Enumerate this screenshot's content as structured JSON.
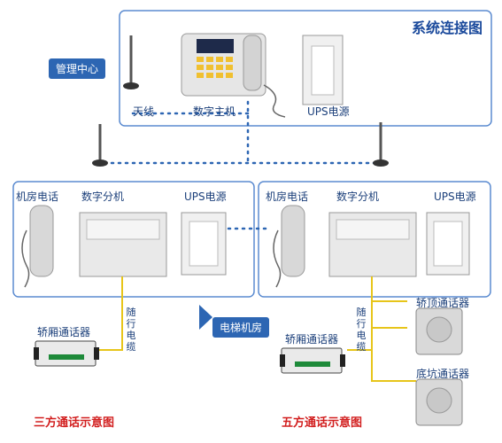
{
  "title": "系统连接图",
  "top": {
    "mgmt_center": "管理中心",
    "antenna": "天线",
    "host": "数字主机",
    "ups": "UPS电源"
  },
  "left": {
    "machine_phone": "机房电话",
    "sub_machine": "数字分机",
    "ups": "UPS电源",
    "car_intercom": "轿厢通话器",
    "cable_vertical": "随行电缆",
    "caption": "三方通话示意图"
  },
  "right": {
    "machine_phone": "机房电话",
    "sub_machine": "数字分机",
    "ups": "UPS电源",
    "car_intercom": "轿厢通话器",
    "car_top_intercom": "轿顶通话器",
    "pit_intercom": "底坑通话器",
    "cable_vertical": "随行电缆",
    "caption": "五方通话示意图"
  },
  "elevator_room": "电梯机房",
  "colors": {
    "blue": "#2d66b3",
    "dotted": "#2d66b3",
    "red": "#d21f1f",
    "yellow": "#e7c51a"
  }
}
